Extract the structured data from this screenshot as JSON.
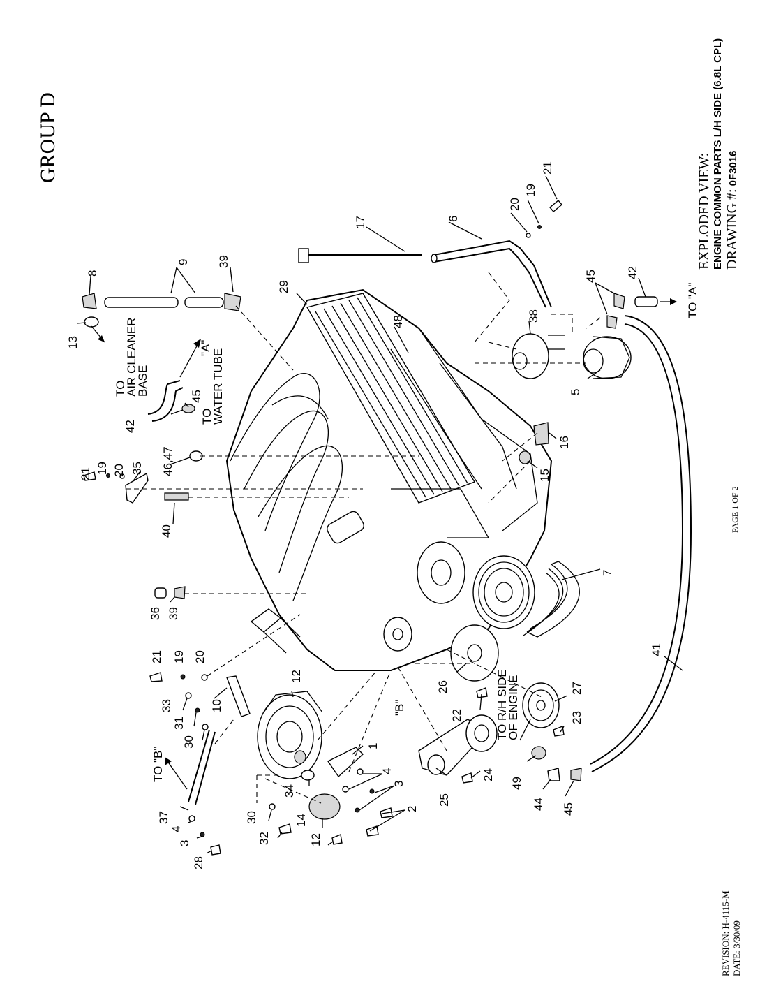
{
  "group_title": "GROUP D",
  "title_block": {
    "view_title": "EXPLODED VIEW:",
    "description": "ENGINE COMMON PARTS L/H SIDE (6.8L CPL)",
    "drawing_label": "DRAWING #:",
    "drawing_number": "0F3016"
  },
  "page_number": "PAGE 1 OF 2",
  "revision": {
    "revision_label": "REVISION:",
    "revision_value": "H-4115-M",
    "date_label": "DATE:",
    "date_value": "3/30/09"
  },
  "callouts": {
    "c8": "8",
    "c13": "13",
    "c9": "9",
    "c39a": "39",
    "c29": "29",
    "c17": "17",
    "c6": "6",
    "c20a": "20",
    "c19a": "19",
    "c21a": "21",
    "c48": "48",
    "c38": "38",
    "c45a": "45",
    "c42a": "42",
    "c5": "5",
    "c16": "16",
    "c15": "15",
    "c7": "7",
    "c41": "41",
    "c27": "27",
    "c23": "23",
    "c22": "22",
    "c26": "26",
    "c49": "49",
    "c44": "44",
    "c45c": "45",
    "c24": "24",
    "c25": "25",
    "c1": "1",
    "c4a": "4",
    "c3a": "3",
    "c2": "2",
    "c42b": "42",
    "c45b": "45",
    "c46_47": "46,47",
    "c21b": "21",
    "c19b": "19",
    "c20b": "20",
    "c35": "35",
    "c40": "40",
    "c36": "36",
    "c39b": "39",
    "c21c": "21",
    "c19c": "19",
    "c20c": "20",
    "c10": "10",
    "c12a": "12",
    "c33": "33",
    "c31": "31",
    "c30a": "30",
    "c37": "37",
    "c4b": "4",
    "c3b": "3",
    "c28": "28",
    "c30b": "30",
    "c32": "32",
    "c14": "14",
    "c12b": "12",
    "c34": "34"
  },
  "notes": {
    "to_air_cleaner_line1": "TO",
    "to_air_cleaner_line2": "AIR CLEANER",
    "to_air_cleaner_line3": "BASE",
    "to_a_upper": "\"A\"",
    "to_water_tube_line1": "TO",
    "to_water_tube_line2": "WATER TUBE",
    "to_a_right": "TO \"A\"",
    "b_marker": "\"B\"",
    "to_b": "TO \"B\"",
    "to_rh_line1": "TO R/H SIDE",
    "to_rh_line2": "OF ENGINE"
  }
}
